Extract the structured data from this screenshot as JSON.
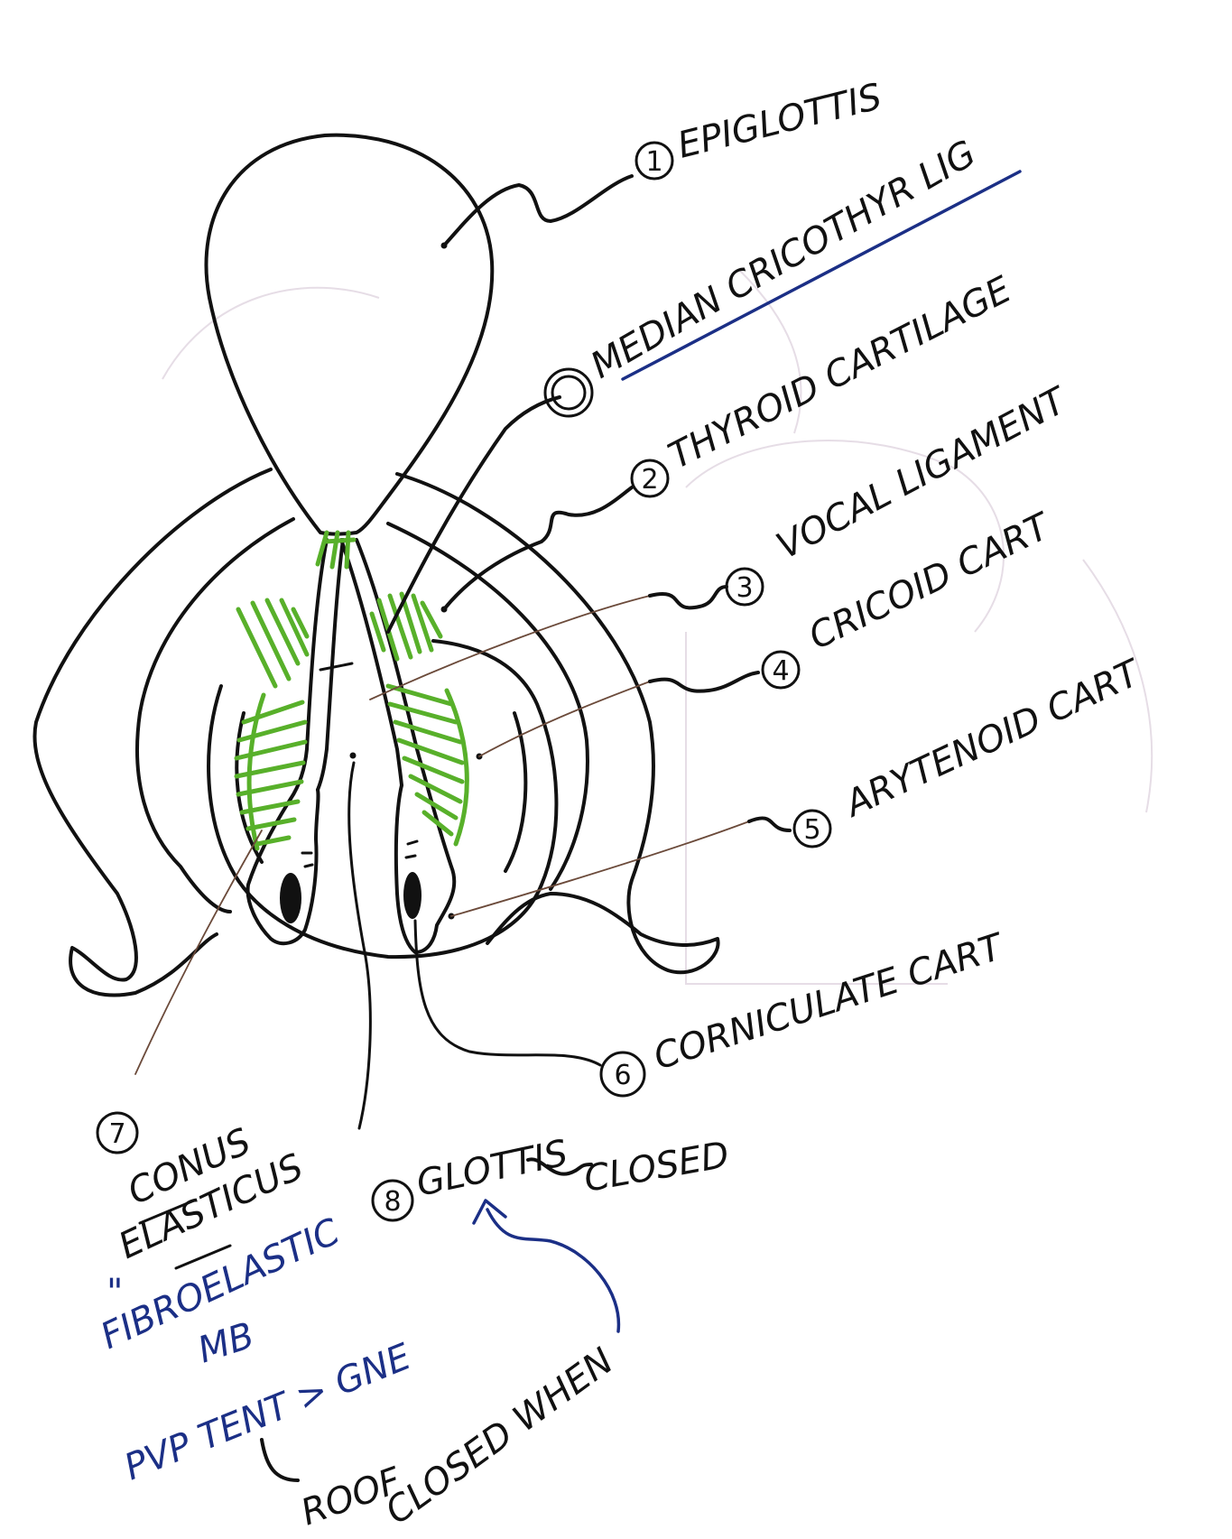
{
  "labels": {
    "epiglottis": {
      "num": "1",
      "text": "EPIGLOTTIS"
    },
    "median": {
      "num": "",
      "text": "MEDIAN CRICOTHYR LIG"
    },
    "thyroid": {
      "num": "2",
      "text": "THYROID CARTILAGE"
    },
    "vocal": {
      "num": "3",
      "text": "VOCAL LIGAMENT"
    },
    "cricoid": {
      "num": "4",
      "text": "CRICOID CART"
    },
    "arytenoid": {
      "num": "5",
      "text": "ARYTENOID CART"
    },
    "corniculate": {
      "num": "6",
      "text": "CORNICULATE CART"
    },
    "conus": {
      "num": "7",
      "line1": "CONUS",
      "line2": "ELASTICUS"
    },
    "glottis": {
      "num": "8",
      "text": "GLOTTIS"
    }
  },
  "notes": {
    "closed": "CLOSED",
    "ditto": "\"",
    "fibro": "FIBROELASTIC",
    "mb": "MB",
    "pvp": "PVP TENT > GNE",
    "roof": "ROOF",
    "closed_when": "CLOSED WHEN"
  },
  "colors": {
    "ink": "#111111",
    "fiber": "#58b02a",
    "blue_ink": "#1b2f86",
    "leader": "#6b4a3a"
  }
}
